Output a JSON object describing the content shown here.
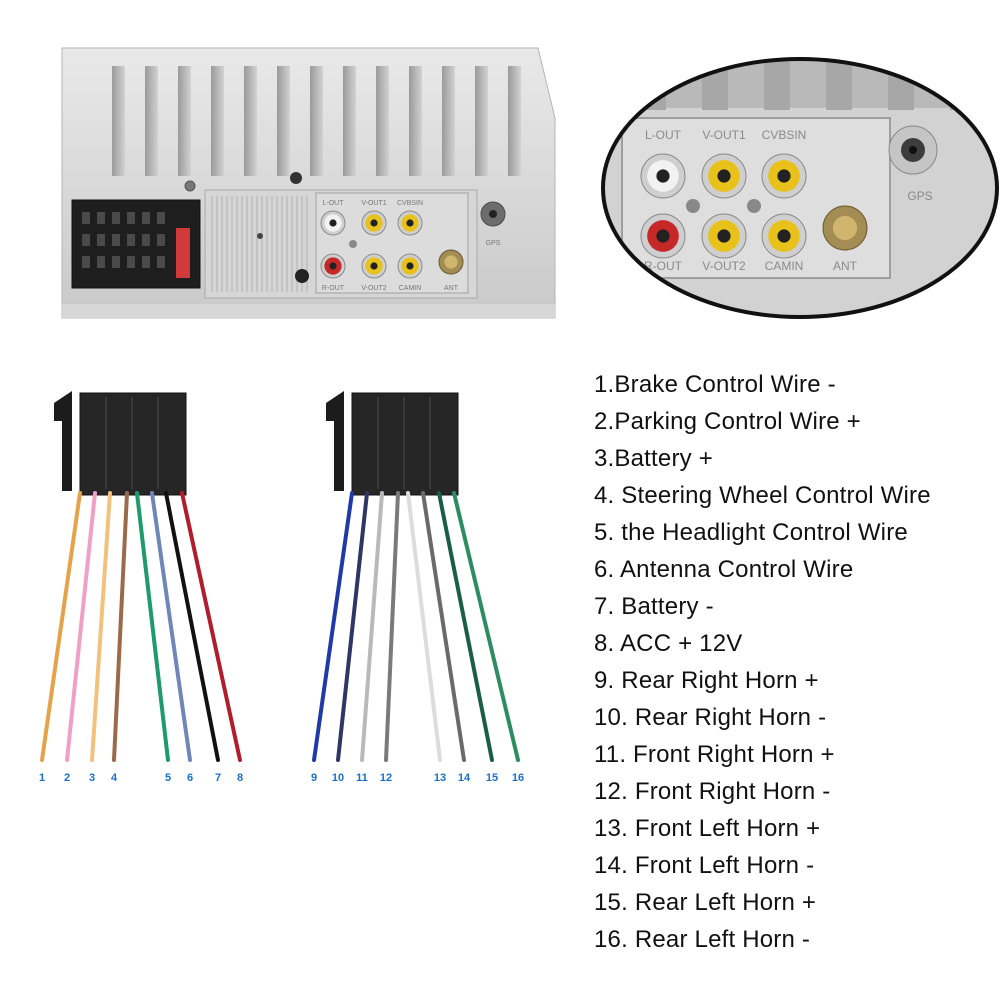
{
  "unit": {
    "port_labels": [
      "L-OUT",
      "V-OUT1",
      "CVBSIN",
      "R-OUT",
      "V-OUT2",
      "CAMIN",
      "ANT",
      "GPS"
    ]
  },
  "zoom": {
    "port_labels": [
      "L-OUT",
      "V-OUT1",
      "CVBSIN",
      "R-OUT",
      "V-OUT2",
      "CAMIN",
      "ANT",
      "GPS"
    ]
  },
  "colors": {
    "1": "#e6a24a",
    "2": "#f0a0c4",
    "3": "#f2c27d",
    "4": "#9a6a4a",
    "5": "#1f9a6c",
    "6": "#6f86b9",
    "7": "#111111",
    "8": "#b21d2b",
    "9": "#1f3aa8",
    "10": "#2f3566",
    "11": "#b9b9b9",
    "12": "#7a7a7a",
    "13": "#e4e4e4",
    "14": "#6a6a6a",
    "15": "#1b5e47",
    "16": "#2e8c63",
    "number_marker": "#1a6fc9"
  },
  "connectors": [
    {
      "name": "left",
      "pins": [
        1,
        2,
        3,
        4,
        5,
        6,
        7,
        8
      ]
    },
    {
      "name": "right",
      "pins": [
        9,
        10,
        11,
        12,
        13,
        14,
        15,
        16
      ]
    }
  ],
  "pin_labels": [
    "1",
    "2",
    "3",
    "4",
    "5",
    "6",
    "7",
    "8",
    "9",
    "10",
    "11",
    "12",
    "13",
    "14",
    "15",
    "16"
  ],
  "legend": [
    "1.Brake Control Wire -",
    "2.Parking Control Wire +",
    "3.Battery +",
    "4. Steering Wheel Control Wire",
    "5. the Headlight Control Wire",
    "6. Antenna Control Wire",
    "7. Battery -",
    "8. ACC + 12V",
    "9. Rear Right Horn +",
    "10. Rear Right Horn -",
    "11. Front Right Horn +",
    "12. Front Right Horn -",
    "13. Front Left Horn +",
    "14. Front Left Horn -",
    "15. Rear Left Horn +",
    "16. Rear Left Horn -"
  ]
}
